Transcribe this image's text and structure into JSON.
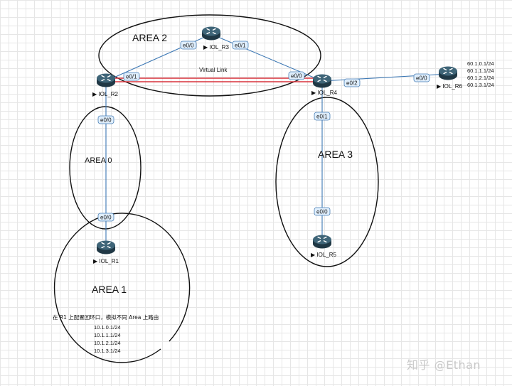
{
  "areas": {
    "area2": "AREA 2",
    "area0": "AREA 0",
    "area3": "AREA 3",
    "area1": "AREA 1"
  },
  "routers": {
    "r1": "IOL_R1",
    "r2": "IOL_R2",
    "r3": "IOL_R3",
    "r4": "IOL_R4",
    "r5": "IOL_R5",
    "r6": "IOL_R6"
  },
  "ports": {
    "r2_e01": "e0/1",
    "r2_e00": "e0/0",
    "r3_e00": "e0/0",
    "r3_e01": "e0/1",
    "r4_e00_top": "e0/0",
    "r4_e02": "e0/2",
    "r4_e01": "e0/1",
    "r5_e00": "e0/0",
    "r6_e00": "e0/0",
    "r1_e00": "e0/0"
  },
  "virtual_link": "Virtual Link",
  "r6_loopbacks": [
    "60.1.0.1/24",
    "60.1.1.1/24",
    "60.1.2.1/24",
    "60.1.3.1/24"
  ],
  "r1_note": "在 R1 上配置回环口，模拟不同 Area 上路由",
  "r1_loopbacks": [
    "10.1.0.1/24",
    "10.1.1.1/24",
    "10.1.2.1/24",
    "10.1.3.1/24"
  ],
  "watermark": "知乎 @Ethan",
  "colors": {
    "router_body": "#2e4e5f",
    "virtual_link": "#d9323b",
    "link": "#3d78b4",
    "port_fill": "#dfeefc"
  }
}
